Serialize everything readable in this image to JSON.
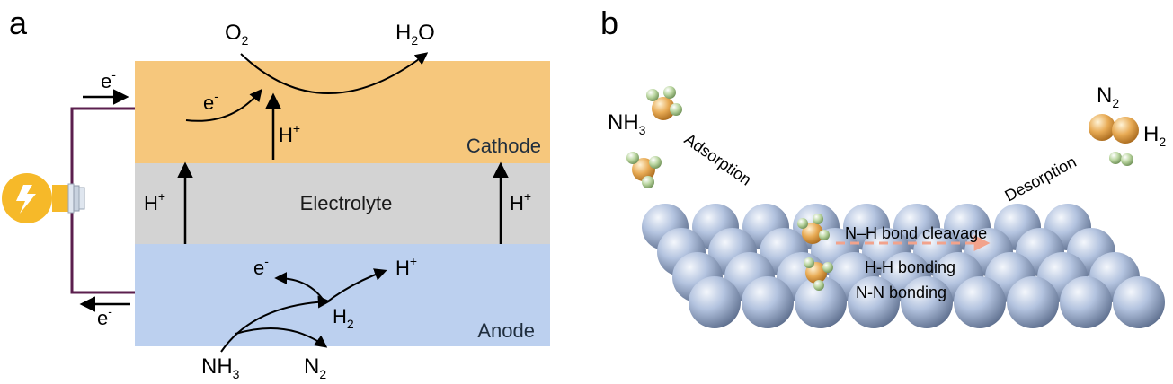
{
  "panel_a": {
    "letter": "a",
    "electron": {
      "base": "e",
      "sup": "-"
    },
    "h_plus": {
      "base": "H",
      "sup": "+"
    },
    "o2": {
      "base": "O",
      "sub": "2"
    },
    "h2o": {
      "base1": "H",
      "sub": "2",
      "base2": "O"
    },
    "h2": {
      "base": "H",
      "sub": "2"
    },
    "nh3": {
      "base": "NH",
      "sub": "3"
    },
    "n2": {
      "base": "N",
      "sub": "2"
    },
    "cathode_label": "Cathode",
    "electrolyte_label": "Electrolyte",
    "anode_label": "Anode",
    "colors": {
      "cathode": "#f6c77c",
      "electrolyte": "#d3d3d3",
      "anode": "#bcd0ef",
      "wire": "#5b1f4e",
      "bulb": "#f6b929"
    }
  },
  "panel_b": {
    "letter": "b",
    "nh3": {
      "base": "NH",
      "sub": "3"
    },
    "n2": {
      "base": "N",
      "sub": "2"
    },
    "h2": {
      "base": "H",
      "sub": "2"
    },
    "adsorption": "Adsorption",
    "desorption": "Desorption",
    "step1": "N–H bond cleavage",
    "step2": "H-H bonding",
    "step3": "N-N bonding",
    "colors": {
      "surface_atom": "#a7b8d6",
      "nitrogen": "#e6a955",
      "hydrogen": "#b6d39a",
      "dashed_arrow": "#f2a38c"
    }
  }
}
